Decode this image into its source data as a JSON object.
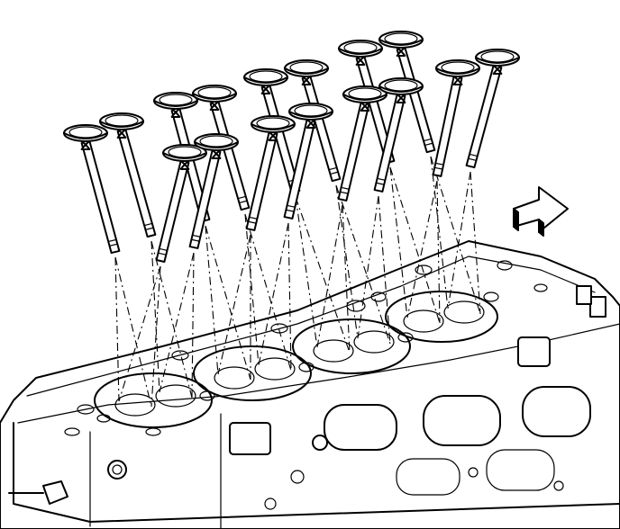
{
  "diagram": {
    "background_color": "#ffffff",
    "line_color": "#000000",
    "valves": [
      {
        "id": "v1",
        "row": "back"
      },
      {
        "id": "v2",
        "row": "back"
      },
      {
        "id": "v3",
        "row": "back"
      },
      {
        "id": "v4",
        "row": "back"
      },
      {
        "id": "v5",
        "row": "back"
      },
      {
        "id": "v6",
        "row": "back"
      },
      {
        "id": "v7",
        "row": "back"
      },
      {
        "id": "v8",
        "row": "back"
      },
      {
        "id": "v9",
        "row": "front"
      },
      {
        "id": "v10",
        "row": "front"
      },
      {
        "id": "v11",
        "row": "front"
      },
      {
        "id": "v12",
        "row": "front"
      },
      {
        "id": "v13",
        "row": "front"
      },
      {
        "id": "v14",
        "row": "front"
      },
      {
        "id": "v15",
        "row": "front"
      },
      {
        "id": "v16",
        "row": "front"
      }
    ],
    "direction_arrow": {
      "icon": "front-arrow-icon",
      "points": "right"
    }
  }
}
